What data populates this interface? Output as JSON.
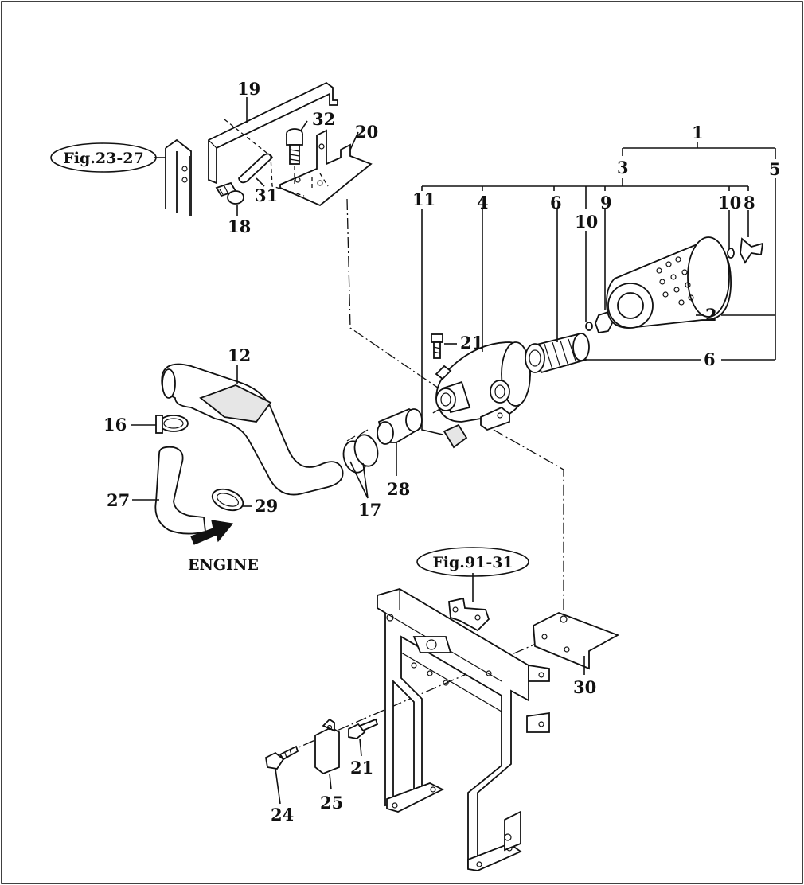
{
  "labels": {
    "l1": "1",
    "l2": "2",
    "l3": "3",
    "l4": "4",
    "l5": "5",
    "l6a": "6",
    "l6b": "6",
    "l8": "8",
    "l9": "9",
    "l10a": "10",
    "l10b": "10",
    "l11": "11",
    "l12": "12",
    "l16": "16",
    "l17": "17",
    "l18": "18",
    "l19": "19",
    "l20": "20",
    "l21a": "21",
    "l21b": "21",
    "l24": "24",
    "l25": "25",
    "l27": "27",
    "l28": "28",
    "l29": "29",
    "l30": "30",
    "l31": "31",
    "l32": "32"
  },
  "refs": {
    "fig23": "Fig.23-27",
    "fig91": "Fig.91-31"
  },
  "engine_label": "ENGINE",
  "icons": {
    "flow_arrow": "arrow-right-icon"
  }
}
